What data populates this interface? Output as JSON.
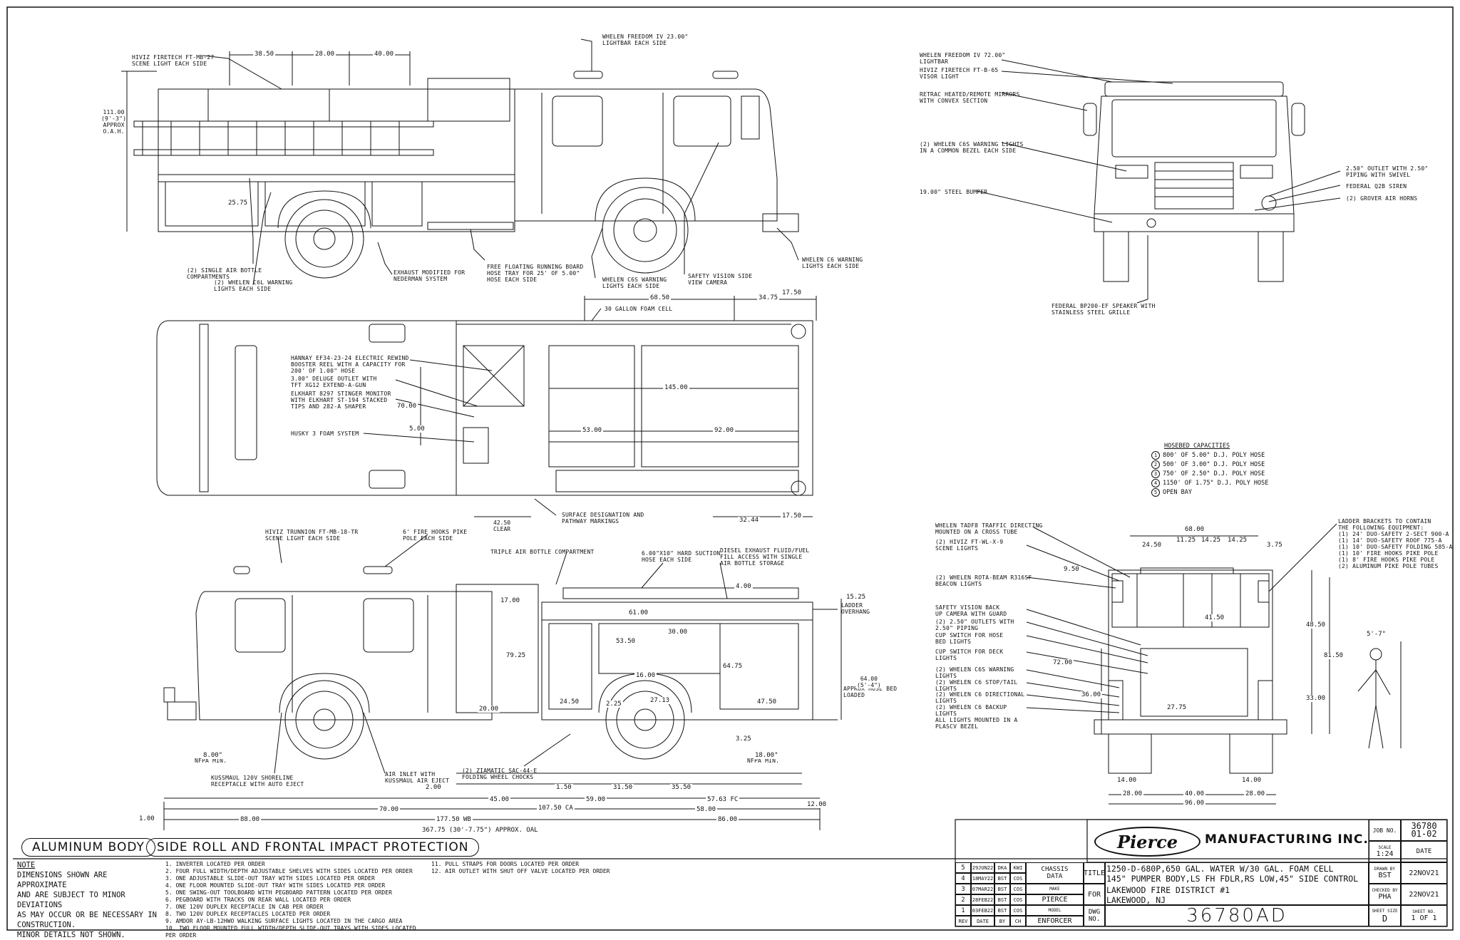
{
  "callouts_side_top": [
    "HIVIZ FIRETECH FT-MB-27\nSCENE LIGHT EACH SIDE",
    "WHELEN FREEDOM IV 23.00\"\nLIGHTBAR EACH SIDE",
    "(2) SINGLE AIR BOTTLE\nCOMPARTMENTS",
    "(2) WHELEN C6L WARNING\nLIGHTS EACH SIDE",
    "EXHAUST MODIFIED FOR\nNEDERMAN SYSTEM",
    "FREE FLOATING RUNNING BOARD\nHOSE TRAY FOR 25' OF 5.00\"\nHOSE EACH SIDE",
    "WHELEN C6S WARNING\nLIGHTS EACH SIDE",
    "SAFETY VISION SIDE\nVIEW CAMERA",
    "WHELEN C6 WARNING\nLIGHTS EACH SIDE"
  ],
  "oah": "111.00\n(9'-3\")\nAPPROX\nO.A.H.",
  "dims_top": [
    "38.50",
    "28.00",
    "40.00",
    "25.75"
  ],
  "front_view": [
    "WHELEN FREEDOM IV 72.00\"\nLIGHTBAR",
    "HIVIZ FIRETECH FT-B-65\nVISOR LIGHT",
    "RETRAC HEATED/REMOTE MIRRORS\nWITH CONVEX SECTION",
    "(2) WHELEN C6S WARNING LIGHTS\nIN A COMMON BEZEL EACH SIDE",
    "19.00\" STEEL BUMPER",
    "2.50\" OUTLET WITH 2.50\"\nPIPING WITH SWIVEL",
    "FEDERAL Q2B SIREN",
    "(2) GROVER AIR HORNS",
    "FEDERAL BP200-EF SPEAKER WITH\nSTAINLESS STEEL GRILLE"
  ],
  "plan_view": [
    "30 GALLON FOAM CELL",
    "HANNAY EF34-23-24 ELECTRIC REWIND\nBOOSTER REEL WITH A CAPACITY FOR\n200' OF 1.00\" HOSE",
    "3.00\" DELUGE OUTLET WITH\nTFT XG12 EXTEND-A-GUN",
    "ELKHART 8297 STINGER MONITOR\nWITH ELKHART ST-194 STACKED\nTIPS AND 282-A SHAPER",
    "HUSKY 3 FOAM SYSTEM",
    "SURFACE DESIGNATION AND\nPATHWAY MARKINGS"
  ],
  "plan_dims": [
    "68.50",
    "34.75",
    "17.50",
    "145.00",
    "70.00",
    "5.00",
    "53.00",
    "92.00",
    "42.50\nCLEAR",
    "32.44",
    "17.50"
  ],
  "hosebed": {
    "title": "HOSEBED CAPACITIES",
    "items": [
      {
        "n": "1",
        "t": "800' OF 5.00\" D.J. POLY HOSE"
      },
      {
        "n": "2",
        "t": "500' OF 3.00\" D.J. POLY HOSE"
      },
      {
        "n": "3",
        "t": "750' OF 2.50\" D.J. POLY HOSE"
      },
      {
        "n": "4",
        "t": "1150' OF 1.75\" D.J. POLY HOSE"
      },
      {
        "n": "5",
        "t": "OPEN BAY"
      }
    ]
  },
  "rear_view": [
    "WHELEN TADF8 TRAFFIC DIRECTING\nMOUNTED ON A CROSS TUBE",
    "(2) HIVIZ FT-WL-X-9\nSCENE LIGHTS",
    "(2) WHELEN ROTA-BEAM R316SF\nBEACON LIGHTS",
    "SAFETY VISION BACK\nUP CAMERA WITH GUARD",
    "(2) 2.50\" OUTLETS WITH\n2.50\" PIPING",
    "CUP SWITCH FOR HOSE\nBED LIGHTS",
    "CUP SWITCH FOR DECK\nLIGHTS",
    "(2) WHELEN C6S WARNING\nLIGHTS",
    "(2) WHELEN C6 STOP/TAIL\nLIGHTS",
    "(2) WHELEN C6 DIRECTIONAL\nLIGHTS",
    "(2) WHELEN C6 BACKUP\nLIGHTS",
    "ALL LIGHTS MOUNTED IN A\nPLASCV BEZEL",
    "LADDER BRACKETS TO CONTAIN\nTHE FOLLOWING EQUIPMENT:\n(1) 24' DUO-SAFETY 2-SECT 900-A\n(1) 14' DUO-SAFETY ROOF 775-A\n(1) 10' DUO-SAFETY FOLDING 585-A\n(1) 10' FIRE HOOKS PIKE POLE\n(1) 8' FIRE HOOKS PIKE POLE\n(2) ALUMINUM PIKE POLE TUBES"
  ],
  "rear_dims": [
    "68.00",
    "24.50",
    "11.25",
    "14.25",
    "14.25",
    "3.75",
    "9.50",
    "48.50",
    "81.50",
    "41.50",
    "72.00",
    "36.00",
    "33.00",
    "27.75",
    "14.00",
    "14.00",
    "28.00",
    "40.00",
    "28.00",
    "96.00",
    "5'-7\""
  ],
  "side_view_bottom": [
    "HIVIZ TRUNNION FT-MB-18-TR\nSCENE LIGHT EACH SIDE",
    "6' FIRE HOOKS PIKE\nPOLE EACH SIDE",
    "TRIPLE AIR BOTTLE COMPARTMENT",
    "6.00\"X10\" HARD SUCTION\nHOSE EACH SIDE",
    "DIESEL EXHAUST FLUID/FUEL\nFILL ACCESS WITH SINGLE\nAIR BOTTLE STORAGE",
    "LADDER\nOVERHANG",
    "APPROX HOSE BED\nLOADED",
    "KUSSMAUL 120V SHORELINE\nRECEPTACLE WITH AUTO EJECT",
    "AIR INLET WITH\nKUSSMAUL AIR EJECT",
    "(2) ZIAMATIC SAC-44-E\nFOLDING WHEEL CHOCKS",
    "NFPA MIN.",
    "NFPA MIN."
  ],
  "side_dims": [
    "4.00",
    "17.00",
    "61.00",
    "30.00",
    "53.50",
    "79.25",
    "16.00",
    "64.75",
    "15.25",
    "64.00\n(5'-4\")",
    "24.50",
    "2.25",
    "27.13",
    "47.50",
    "20.00",
    "3.25",
    "8.00\"",
    "18.00\"",
    "2.00",
    "1.50",
    "31.50",
    "35.50",
    "45.00",
    "59.00",
    "57.63 FC",
    "107.50 CA",
    "70.00",
    "58.00",
    "12.00",
    "1.00",
    "88.00",
    "177.50 WB",
    "86.00",
    "367.75 (30'-7.75\") APPROX. OAL"
  ],
  "badges": [
    "ALUMINUM BODY",
    "SIDE ROLL AND FRONTAL IMPACT PROTECTION"
  ],
  "note": {
    "title": "NOTE",
    "text": "DIMENSIONS SHOWN ARE APPROXIMATE\nAND ARE SUBJECT TO MINOR DEVIATIONS\nAS MAY OCCUR OR BE NECESSARY IN\nCONSTRUCTION.\nMINOR DETAILS NOT SHOWN."
  },
  "notes_list_a": "1. INVERTER LOCATED PER ORDER\n2. FOUR FULL WIDTH/DEPTH ADJUSTABLE SHELVES WITH SIDES LOCATED PER ORDER\n3. ONE ADJUSTABLE SLIDE-OUT TRAY WITH SIDES LOCATED PER ORDER\n4. ONE FLOOR MOUNTED SLIDE-OUT TRAY WITH SIDES LOCATED PER ORDER\n5. ONE SWING-OUT TOOLBOARD WITH PEGBOARD PATTERN LOCATED PER ORDER\n6. PEGBOARD WITH TRACKS ON REAR WALL LOCATED PER ORDER\n7. ONE 120V DUPLEX RECEPTACLE IN CAB PER ORDER\n8. TWO 120V DUPLEX RECEPTACLES LOCATED PER ORDER\n9. AMDOR AY-LB-12HWO WALKING SURFACE LIGHTS LOCATED IN THE CARGO AREA\n10. TWO FLOOR MOUNTED FULL WIDTH/DEPTH SLIDE-OUT TRAYS WITH SIDES LOCATED PER ORDER",
  "notes_list_b": "11. PULL STRAPS FOR DOORS LOCATED PER ORDER\n12. AIR OUTLET WITH SHUT OFF VALVE LOCATED PER ORDER",
  "revisions": [
    {
      "rev": "5",
      "date": "29JUN22",
      "by": "DKA",
      "ch": "KWI"
    },
    {
      "rev": "4",
      "date": "18MAY22",
      "by": "BST",
      "ch": "COS"
    },
    {
      "rev": "3",
      "date": "07MAR22",
      "by": "BST",
      "ch": "COS"
    },
    {
      "rev": "2",
      "date": "28FEB22",
      "by": "BST",
      "ch": "COS"
    },
    {
      "rev": "1",
      "date": "03FEB22",
      "by": "BST",
      "ch": "COS"
    }
  ],
  "rev_header": {
    "rev": "REV",
    "date": "DATE",
    "by": "BY",
    "ch": "CH"
  },
  "company": {
    "logo": "Pierce",
    "name": "MANUFACTURING INC."
  },
  "title_block": {
    "chassis_label": "CHASSIS\nDATA",
    "title_label": "TITLE",
    "title_1": "1250-D-680P,650 GAL. WATER W/30 GAL. FOAM CELL",
    "title_2": "145\" PUMPER BODY,LS FH FDLR,RS LOW,45\" SIDE CONTROL",
    "for_label": "FOR",
    "for_1": "LAKEWOOD FIRE DISTRICT #1",
    "for_2": "LAKEWOOD, NJ",
    "make_label": "MAKE",
    "make": "PIERCE",
    "model_label": "MODEL",
    "model": "ENFORCER",
    "dwg_label": "DWG\nNO.",
    "dwg": "36780AD",
    "job_label": "JOB NO.",
    "job": "36780\n01-02",
    "scale_label": "SCALE",
    "scale": "1:24",
    "date_label": "DATE",
    "drawn_label": "DRAWN BY",
    "drawn": "BST",
    "drawn_date": "22NOV21",
    "checked_label": "CHECKED BY",
    "checked": "PHA",
    "checked_date": "22NOV21",
    "size_label": "SHEET SIZE",
    "size": "D",
    "sheet_label": "SHEET NO.",
    "sheet": "1 OF 1"
  }
}
